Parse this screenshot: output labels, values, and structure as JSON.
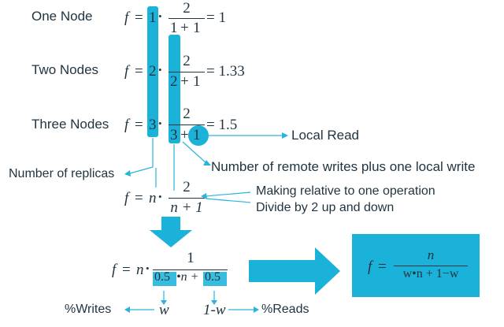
{
  "rows": [
    {
      "label": "One Node",
      "f": "f",
      "eq": "=",
      "n": "1",
      "dot": "•",
      "num": "2",
      "den_n": "1",
      "den_plus": "+",
      "den_1": "1",
      "result": "= 1"
    },
    {
      "label": "Two Nodes",
      "f": "f",
      "eq": "=",
      "n": "2",
      "dot": "•",
      "num": "2",
      "den_n": "2",
      "den_plus": "+",
      "den_1": "1",
      "result": "= 1.33"
    },
    {
      "label": "Three Nodes",
      "f": "f",
      "eq": "=",
      "n": "3",
      "dot": "•",
      "num": "2",
      "den_n": "3",
      "den_plus": "+",
      "den_1": "1",
      "result": "= 1.5"
    }
  ],
  "annotations": {
    "local_read": "Local Read",
    "remote_writes": "Number of remote writes plus one local write",
    "replicas": "Number of replicas",
    "relative_line1": "Making relative to one operation",
    "relative_line2": "Divide by 2 up and down"
  },
  "general": {
    "f": "f",
    "eq": "=",
    "n": "n",
    "dot": "•",
    "num": "2",
    "den": "n + 1"
  },
  "weighted": {
    "f": "f",
    "eq": "=",
    "n": "n",
    "dot": "•",
    "num": "1",
    "c1": "0.5",
    "mid": "•n +",
    "c2": "0.5"
  },
  "legend": {
    "writes": "%Writes",
    "w": "w",
    "one_minus_w": "1-w",
    "reads": "%Reads"
  },
  "result_box": {
    "f": "f",
    "eq": "=",
    "num": "n",
    "den": "w•n + 1−w"
  },
  "colors": {
    "accent": "#1ab2d9",
    "text": "#1f3340"
  }
}
